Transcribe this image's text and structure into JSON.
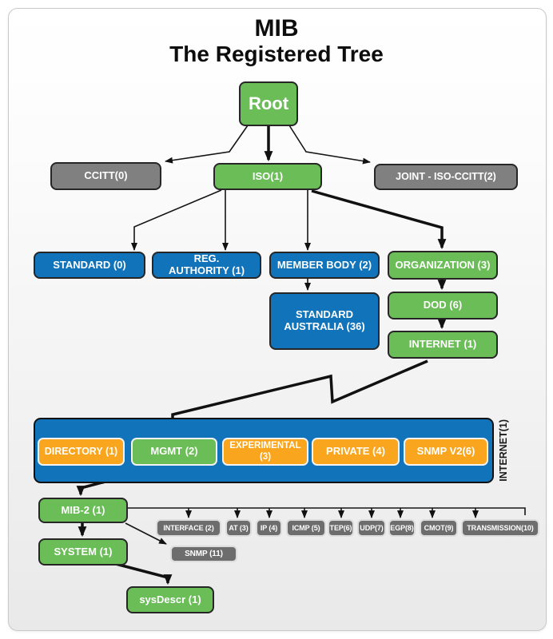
{
  "title": {
    "line1": "MIB",
    "line2": "The Registered Tree"
  },
  "palette": {
    "node_green": "#6bbd58",
    "node_blue": "#1173b9",
    "node_orange": "#f9a51d",
    "node_gray": "#808080",
    "leaf_gray": "#6d6d6d",
    "container_blue": "#1173b9"
  },
  "nodes": {
    "root": "Root",
    "ccitt": "CCITT(0)",
    "iso": "ISO(1)",
    "joint": "JOINT - ISO-CCITT(2)",
    "standard": "STANDARD (0)",
    "reg_authority": "REG.\nAUTHORITY (1)",
    "member_body": "MEMBER BODY (2)",
    "organization": "ORGANIZATION (3)",
    "standard_australia": "STANDARD\nAUSTRALIA (36)",
    "dod": "DOD (6)",
    "internet": "INTERNET (1)",
    "internet_group": "INTERNET(1)",
    "directory": "DIRECTORY (1)",
    "mgmt": "MGMT (2)",
    "experimental": "EXPERIMENTAL (3)",
    "private": "PRIVATE (4)",
    "snmp_v2": "SNMP V2(6)",
    "mib2": "MIB-2 (1)",
    "system": "SYSTEM (1)",
    "sysdescr": "sysDescr (1)",
    "snmp": "SNMP (11)",
    "mib2_children": [
      "INTERFACE (2)",
      "AT (3)",
      "IP (4)",
      "ICMP (5)",
      "TEP(6)",
      "UDP(7)",
      "EGP(8)",
      "CMOT(9)",
      "TRANSMISSION(10)"
    ]
  }
}
